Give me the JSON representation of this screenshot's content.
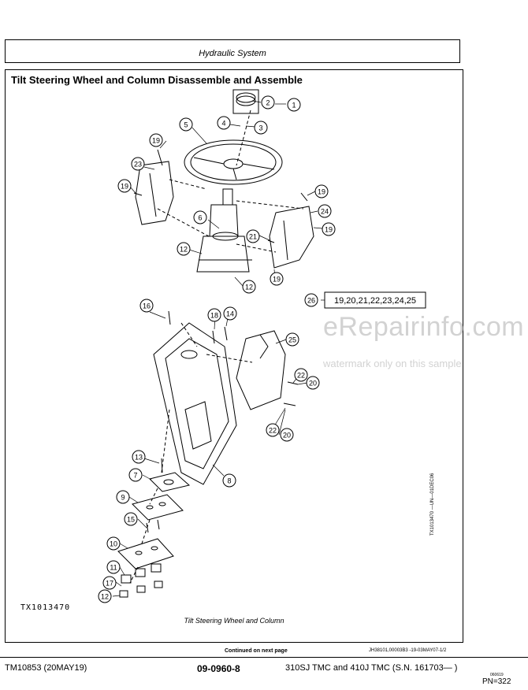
{
  "header": {
    "section": "Hydraulic System"
  },
  "figure": {
    "title": "Tilt Steering Wheel and Column Disassemble and Assemble",
    "id": "TX1013470",
    "caption": "Tilt Steering Wheel and Column",
    "side_code": "TX1013470 —UN—01DEC06",
    "continued": "Continued on next page",
    "reference": "JH38101,00003B3 -19-03MAY07-1/2",
    "callout_kit": "19,20,21,22,23,24,25",
    "callouts": [
      {
        "label": "1"
      },
      {
        "label": "2"
      },
      {
        "label": "3"
      },
      {
        "label": "4"
      },
      {
        "label": "5"
      },
      {
        "label": "19"
      },
      {
        "label": "23"
      },
      {
        "label": "19"
      },
      {
        "label": "19"
      },
      {
        "label": "24"
      },
      {
        "label": "19"
      },
      {
        "label": "6"
      },
      {
        "label": "21"
      },
      {
        "label": "12"
      },
      {
        "label": "12"
      },
      {
        "label": "19"
      },
      {
        "label": "26"
      },
      {
        "label": "16"
      },
      {
        "label": "18"
      },
      {
        "label": "14"
      },
      {
        "label": "25"
      },
      {
        "label": "22"
      },
      {
        "label": "20"
      },
      {
        "label": "22"
      },
      {
        "label": "20"
      },
      {
        "label": "13"
      },
      {
        "label": "8"
      },
      {
        "label": "7"
      },
      {
        "label": "9"
      },
      {
        "label": "15"
      },
      {
        "label": "10"
      },
      {
        "label": "11"
      },
      {
        "label": "17"
      },
      {
        "label": "12"
      }
    ]
  },
  "watermark": {
    "main": "eRepairinfo.com",
    "sub": "watermark only on this sample"
  },
  "footer": {
    "doc": "TM10853 (20MAY19)",
    "page": "09-0960-8",
    "model": "310SJ TMC and 410J TMC (S.N. 161703— )",
    "tiny": "060619",
    "pn": "PN=322"
  }
}
